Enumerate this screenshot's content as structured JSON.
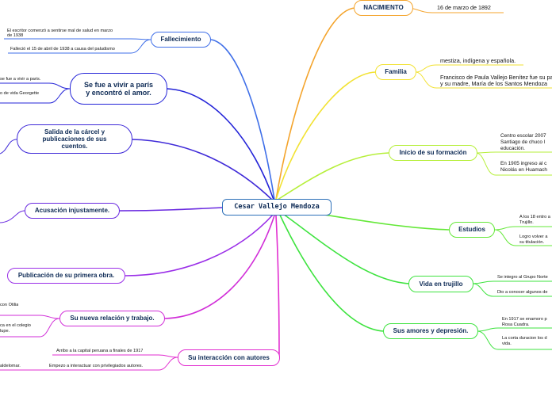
{
  "root": {
    "label": "Cesar Vallejo Mendoza"
  },
  "colors": {
    "orange": "#f4a42c",
    "yellow": "#f2e233",
    "lime": "#b6ef3a",
    "green": "#64e838",
    "green2": "#3ee33f",
    "blue": "#3f6fe8",
    "navy": "#2424d8",
    "indigo": "#3f2ad8",
    "violet": "#6a2ae0",
    "purple": "#9a2ee8",
    "magenta": "#d12ed8",
    "pink": "#e22ed0"
  },
  "branches": {
    "nacimiento": {
      "label": "NACIMIENTO",
      "items": [
        "16 de marzo de 1892"
      ]
    },
    "familia": {
      "label": "Familia",
      "items": [
        "mestiza, indígena y española.",
        "Francisco de Paula Vallejo Benítez fue su padre",
        "y su madre, María de los Santos Mendoza"
      ]
    },
    "formacion": {
      "label": "Inicio de su formación",
      "items": [
        "Centro escolar 2007",
        "Santiago de chuco l",
        "educación.",
        "En 1905 ingreso al c",
        "Nicolás en Huamach"
      ]
    },
    "estudios": {
      "label": "Estudios",
      "items": [
        "A los 18 entro a",
        "Trujillo.",
        "Logro volver a",
        "su titulación."
      ]
    },
    "trujillo": {
      "label": "Vida en trujillo",
      "items": [
        "Se integro al Grupo Norte",
        "Dio a conocer algunos de"
      ]
    },
    "amores": {
      "label": "Sus amores y depresión.",
      "items": [
        "En 1917 se enamoro p",
        "Rosa Cuadra.",
        "La corta duracion los d",
        "vida."
      ]
    },
    "fallecimiento": {
      "label": "Fallecimiento",
      "items": [
        "El escritor comenzó a sentirse mal de salud en marzo",
        "de 1938",
        "Falleció el 15 de abril de 1938 a causa del paludismo"
      ]
    },
    "paris": {
      "label": "Se fue a vivir a parís y encontró el amor.",
      "items": [
        "se fue a vivir a paris.",
        "o de vida Georgette"
      ]
    },
    "carcel": {
      "label": "Salida de la cárcel y publicaciones de sus cuentos."
    },
    "acusacion": {
      "label": "Acusación injustamente."
    },
    "publicacion": {
      "label": "Publicación de su primera obra."
    },
    "relacion": {
      "label": "Su nueva relación y trabajo.",
      "items": [
        "con Otilia",
        "ca en el colegio",
        "lupe."
      ]
    },
    "autores": {
      "label": "Su interacción con autores",
      "items": [
        "Arribo a la capital peruana a finales de 1917",
        "Empezo a interactuar con privilegiados autores.",
        "aldelomar."
      ]
    }
  }
}
